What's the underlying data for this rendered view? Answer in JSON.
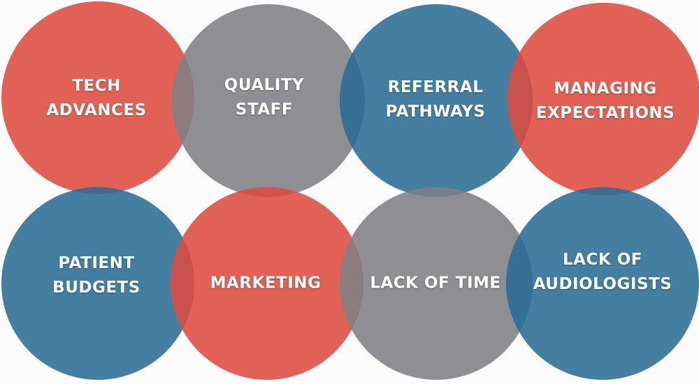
{
  "colors": {
    "red": "#dd4b40",
    "gray": "#7f8084",
    "blue": "#2a6d95",
    "text": "#ffffff",
    "background": "#fbfbfb"
  },
  "circles": [
    {
      "label": "TECH\nADVANCES",
      "color": "red"
    },
    {
      "label": "QUALITY\nSTAFF",
      "color": "gray"
    },
    {
      "label": "REFERRAL\nPATHWAYS",
      "color": "blue"
    },
    {
      "label": "MANAGING\nEXPECTATIONS",
      "color": "red"
    },
    {
      "label": "PATIENT\nBUDGETS",
      "color": "blue"
    },
    {
      "label": "MARKETING",
      "color": "red"
    },
    {
      "label": "LACK OF TIME",
      "color": "gray"
    },
    {
      "label": "LACK OF\nAUDIOLOGISTS",
      "color": "blue"
    }
  ]
}
